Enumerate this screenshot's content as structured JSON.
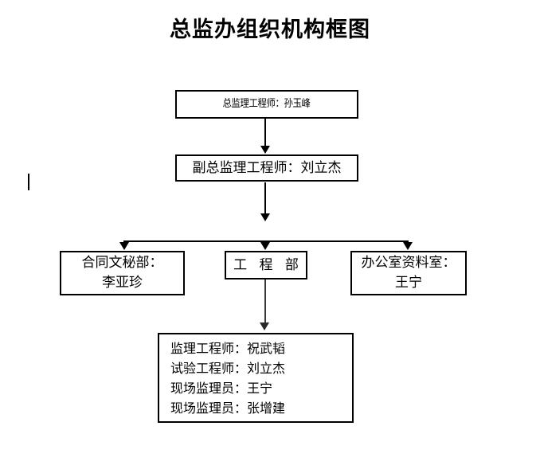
{
  "title": "总监办组织机构框图",
  "diagram": {
    "type": "organizational-chart",
    "nodes": [
      {
        "id": "director",
        "role": "总监理工程师",
        "name": "孙玉峰",
        "text": "总监理工程师：孙玉峰",
        "level": 1
      },
      {
        "id": "deputy",
        "role": "副总监理工程师",
        "name": "刘立杰",
        "text": "副总监理工程师：刘立杰",
        "level": 2
      },
      {
        "id": "contract",
        "line1": "合同文秘部：",
        "line2": "李亚珍",
        "level": 3
      },
      {
        "id": "engineering",
        "line1": "工 程 部",
        "level": 3
      },
      {
        "id": "office",
        "line1": "办公室资料室：",
        "line2": "王宁",
        "level": 3
      },
      {
        "id": "staff",
        "level": 4,
        "lines": [
          "监理工程师：祝武韬",
          "试验工程师：刘立杰",
          "现场监理员：王宁",
          "现场监理员：张增建"
        ]
      }
    ],
    "edges": [
      {
        "from": "director",
        "to": "deputy",
        "style": "arrow-down"
      },
      {
        "from": "deputy",
        "to": "contract",
        "style": "arrow-down-branch"
      },
      {
        "from": "deputy",
        "to": "engineering",
        "style": "arrow-down-branch"
      },
      {
        "from": "deputy",
        "to": "office",
        "style": "arrow-down-branch"
      },
      {
        "from": "engineering",
        "to": "staff",
        "style": "arrow-down"
      }
    ],
    "colors": {
      "background": "#ffffff",
      "stroke": "#000000",
      "text": "#000000"
    }
  }
}
